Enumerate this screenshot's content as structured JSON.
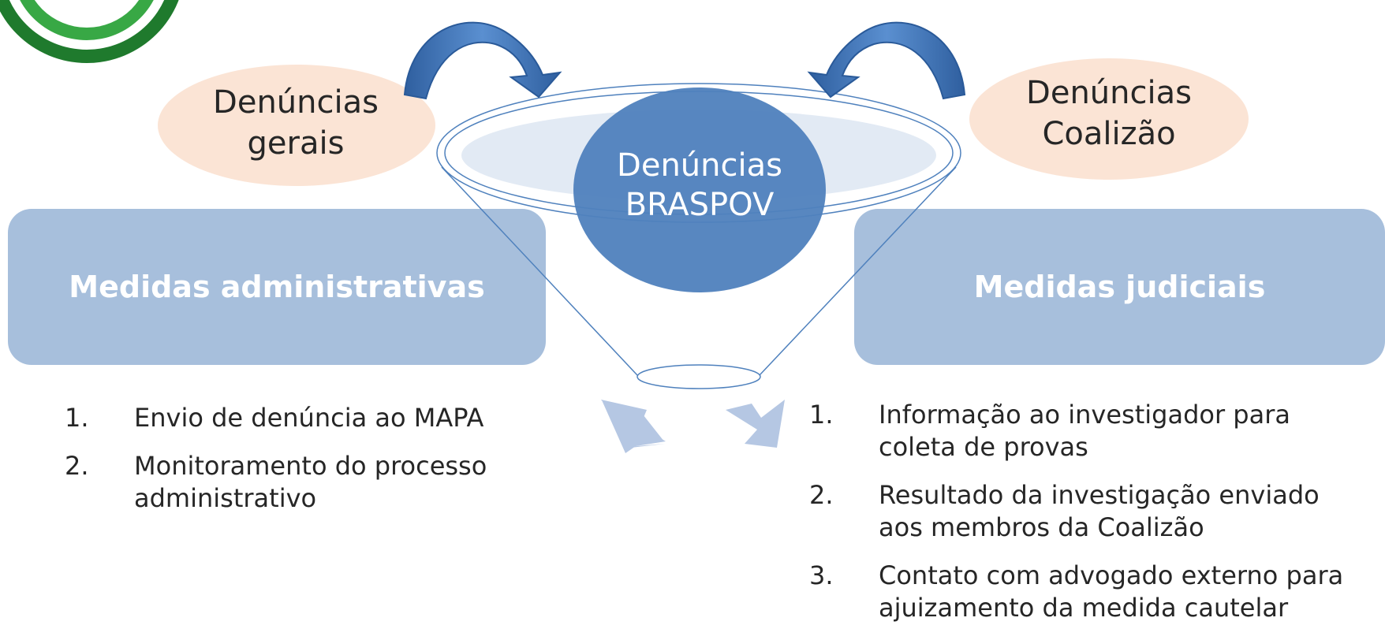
{
  "ovals": {
    "left_label": "Denúncias gerais",
    "right_label": "Denúncias Coalizão",
    "center_label": "Denúncias BRASPOV"
  },
  "boxes": {
    "left_title": "Medidas administrativas",
    "right_title": "Medidas judiciais"
  },
  "left_list": [
    {
      "number": "1.",
      "text": "Envio de denúncia ao MAPA"
    },
    {
      "number": "2.",
      "text": "Monitoramento do processo administrativo"
    }
  ],
  "right_list": [
    {
      "number": "1.",
      "text": "Informação ao investigador para coleta de provas"
    },
    {
      "number": "2.",
      "text": "Resultado da investigação enviado aos membros da Coalizão"
    },
    {
      "number": "3.",
      "text": "Contato com advogado externo para ajuizamento da medida cautelar"
    }
  ],
  "colors": {
    "box_fill": "#a7bfdc",
    "oval_peach": "#fbe4d5",
    "center_blue": "#4f81bd",
    "arrow_blue": "#3b6fb6",
    "logo_green": "#2e9a3a",
    "down_arrow": "#b5c7e3"
  }
}
